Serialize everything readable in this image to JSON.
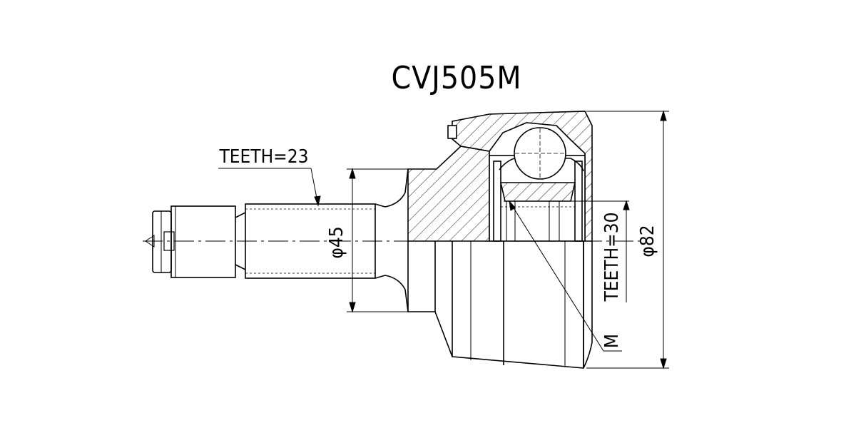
{
  "title": "CVJ505M",
  "labels": {
    "shaft_teeth": "TEETH=23",
    "shaft_diameter": "φ45",
    "inner_teeth": "TEETH=30",
    "outer_diameter": "φ82",
    "mark": "M"
  },
  "colors": {
    "line": "#000000",
    "background": "#ffffff"
  }
}
